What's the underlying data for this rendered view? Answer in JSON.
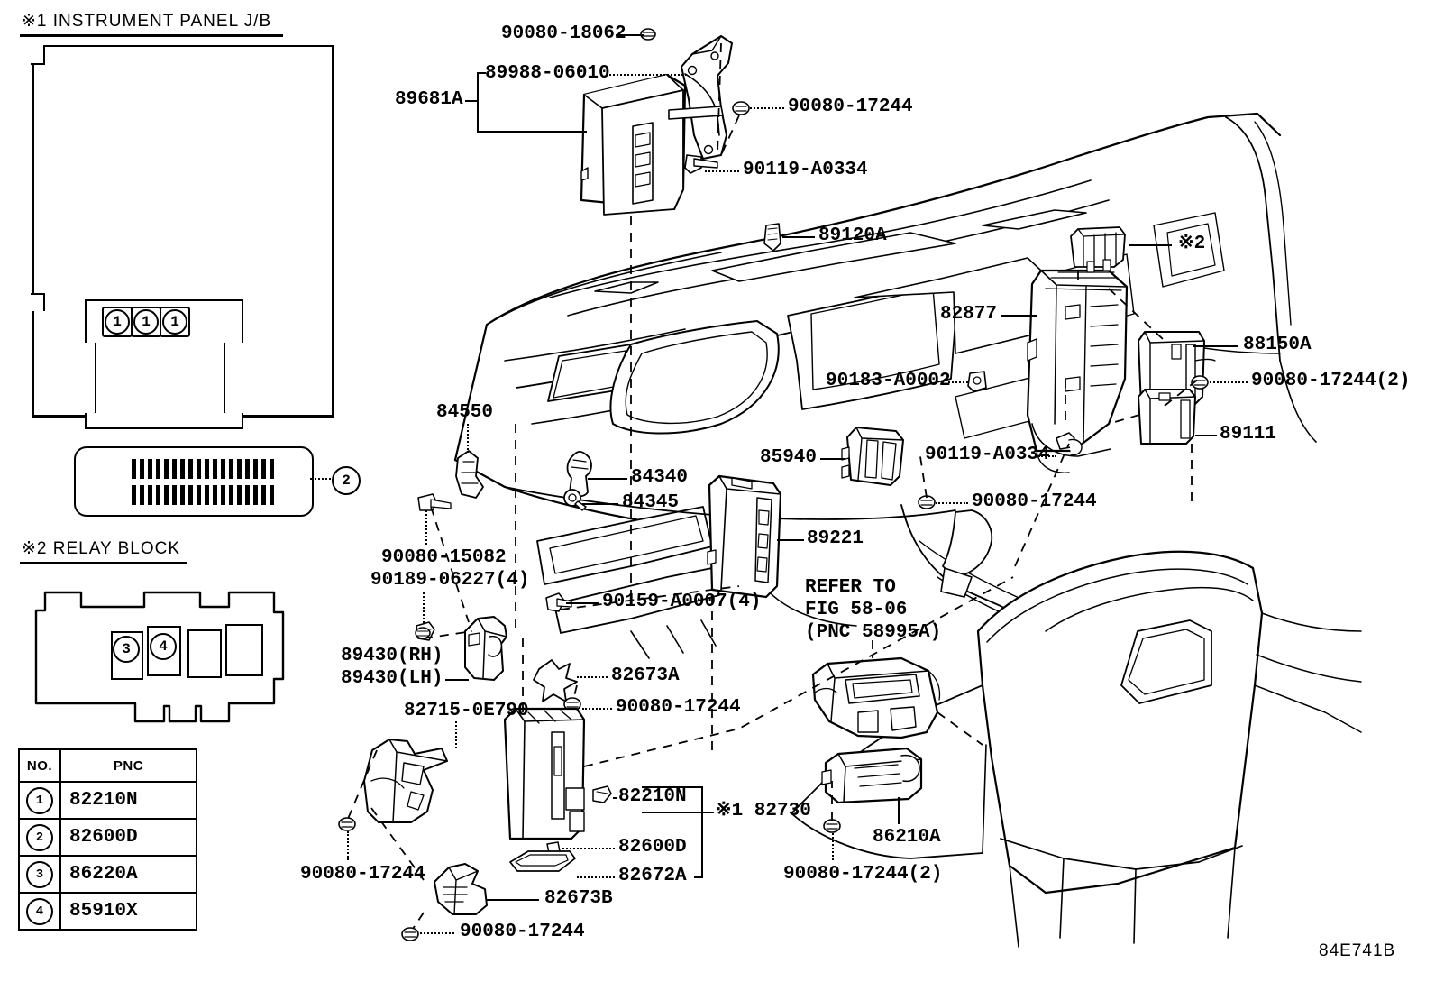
{
  "figure": {
    "code": "84E741B"
  },
  "sections": {
    "instrument_panel_jb": {
      "title": "※1 INSTRUMENT PANEL J/B"
    },
    "relay_block": {
      "title": "※2 RELAY BLOCK"
    }
  },
  "callout_bubbles": {
    "jb_fuse_1": "1",
    "jb_fuse_2": "1",
    "jb_fuse_3": "1",
    "connector": "2",
    "relay_3": "3",
    "relay_4": "4"
  },
  "pnc_table": {
    "headers": [
      "NO.",
      "PNC"
    ],
    "rows": [
      {
        "no": "1",
        "pnc": "82210N"
      },
      {
        "no": "2",
        "pnc": "82600D"
      },
      {
        "no": "3",
        "pnc": "86220A"
      },
      {
        "no": "4",
        "pnc": "85910X"
      }
    ]
  },
  "part_labels": {
    "p90080_18062": "90080-18062",
    "p89988_06010": "89988-06010",
    "p89681A": "89681A",
    "p90080_17244_a": "90080-17244",
    "p90119_A0334_a": "90119-A0334",
    "p89120A": "89120A",
    "p82877": "82877",
    "p_relay_ref": "※2",
    "p88150A": "88150A",
    "p90080_17244_2a": "90080-17244(2)",
    "p89111": "89111",
    "p90183_A0002": "90183-A0002",
    "p84550": "84550",
    "p84340": "84340",
    "p84345": "84345",
    "p85940": "85940",
    "p90119_A0334_b": "90119-A0334",
    "p90080_17244_b": "90080-17244",
    "p89221": "89221",
    "p90080_15082": "90080-15082",
    "p90189_06227": "90189-06227(4)",
    "p90159_A0007": "90159-A0007(4)",
    "p_refer_1": "REFER TO",
    "p_refer_2": "FIG 58-06",
    "p_refer_3": "(PNC 58995A)",
    "p89430RH": "89430(RH)",
    "p89430LH": "89430(LH)",
    "p82673A": "82673A",
    "p90080_17244_c": "90080-17244",
    "p82715_0E790": "82715-0E790",
    "p90080_17244_d": "90080-17244",
    "p82210N": "82210N",
    "p82600D": "82600D",
    "p82672A": "82672A",
    "p82730": "※1 82730",
    "p82673B": "82673B",
    "p90080_17244_e": "90080-17244",
    "p86210A": "86210A",
    "p90080_17244_2b": "90080-17244(2)"
  }
}
